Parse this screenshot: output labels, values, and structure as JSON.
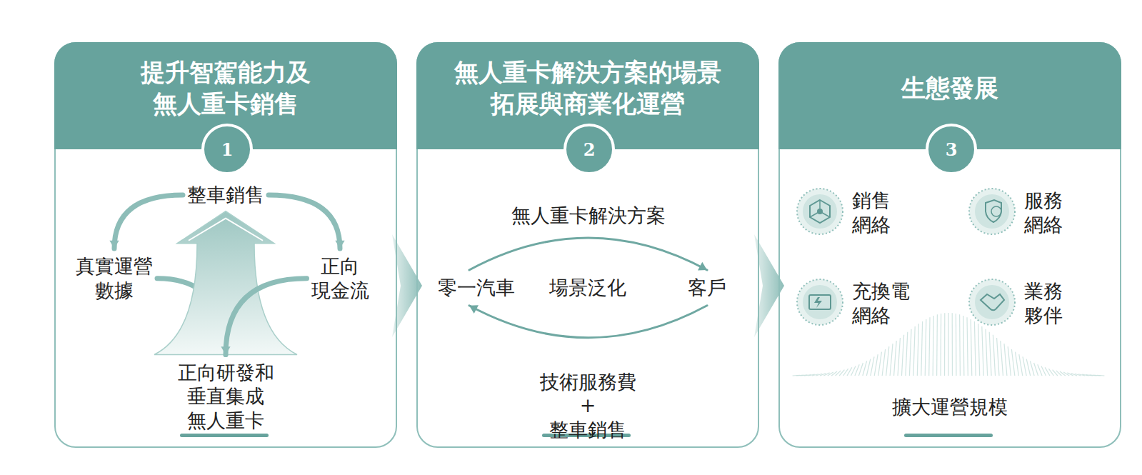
{
  "diagram": {
    "nodes": [
      {
        "text": [
          "提升智駕能力及 無人重卡銷售"
        ]
      },
      {
        "text": [
          "1"
        ],
        "in": 0
      },
      {
        "text": [
          "整車銷售"
        ],
        "in": 0
      },
      {
        "text": [
          "真實運營 數據"
        ],
        "in": 0
      },
      {
        "text": [
          "正向 現金流"
        ],
        "in": 0
      },
      {
        "text": [
          "正向研發和 垂直集成 無人重卡"
        ],
        "in": 0
      },
      {
        "text": [
          "無人重卡解決方案的場景 拓展與商業化運營"
        ]
      },
      {
        "text": [
          "2"
        ],
        "in": 6
      },
      {
        "text": [
          "零一汽車"
        ],
        "in": 6
      },
      {
        "text": [
          "客戶"
        ],
        "in": 6
      },
      {
        "text": [
          "生態發展"
        ]
      },
      {
        "text": [
          "3"
        ],
        "in": 10
      }
    ],
    "edges": [
      {
        "from": 2,
        "to": 3,
        "arrow": "to"
      },
      {
        "from": 3,
        "to": 5,
        "arrow": "to"
      },
      {
        "from": 5,
        "to": 2,
        "arrow": "to"
      },
      {
        "from": 2,
        "to": 4,
        "arrow": "to"
      },
      {
        "from": 4,
        "to": 5,
        "arrow": "to"
      },
      {
        "from": 8,
        "to": 9,
        "label": "無人重卡解決方案",
        "arrow": "to"
      },
      {
        "from": 9,
        "to": 8,
        "arrow": "to"
      }
    ],
    "labels": [
      "場景泛化",
      "技術服務費+ 整車銷售",
      "銷售 網絡",
      "服務 網絡",
      "充換電 網絡",
      "業務 夥伴",
      "擴大運營規模"
    ]
  }
}
